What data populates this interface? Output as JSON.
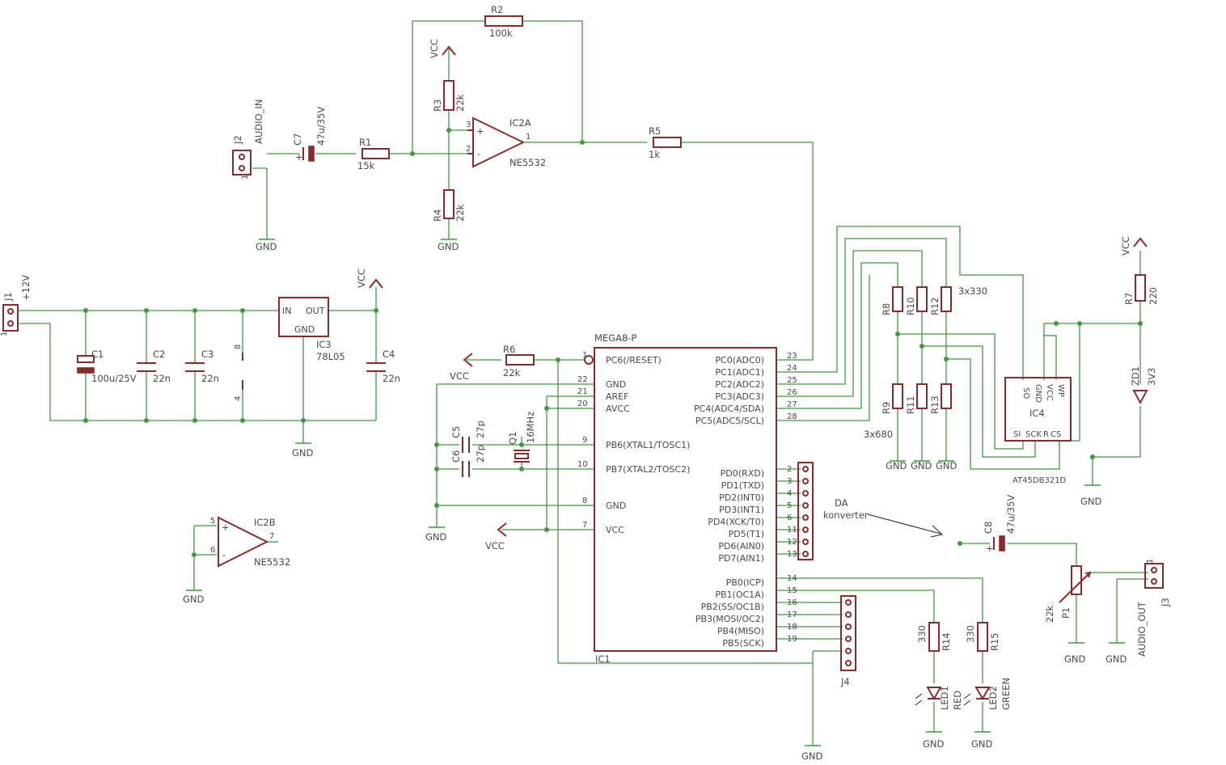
{
  "schematic": {
    "opamp1": {
      "name": "IC2A",
      "value": "NE5532",
      "pin_plus": "3",
      "pin_minus": "2",
      "pin_out": "1",
      "plus_sign": "+",
      "minus_sign": "-"
    },
    "opamp2": {
      "name": "IC2B",
      "value": "NE5532",
      "pin_plus": "5",
      "pin_minus": "6",
      "pin_out": "7",
      "plus_sign": "+",
      "minus_sign": "-"
    },
    "resistors": {
      "R1": {
        "name": "R1",
        "value": "15k"
      },
      "R2": {
        "name": "R2",
        "value": "100k"
      },
      "R3": {
        "name": "R3",
        "value": "22k"
      },
      "R4": {
        "name": "R4",
        "value": "22k"
      },
      "R5": {
        "name": "R5",
        "value": "1k"
      },
      "R6": {
        "name": "R6",
        "value": "22k"
      },
      "R7": {
        "name": "R7",
        "value": "220"
      },
      "R8": {
        "name": "R8"
      },
      "R9": {
        "name": "R9"
      },
      "R10": {
        "name": "R10"
      },
      "R11": {
        "name": "R11"
      },
      "R12": {
        "name": "R12"
      },
      "R13": {
        "name": "R13"
      },
      "R14": {
        "name": "R14",
        "value": "330"
      },
      "R15": {
        "name": "R15",
        "value": "330"
      },
      "group_top": "3x330",
      "group_bottom": "3x680"
    },
    "capacitors": {
      "C1": {
        "name": "C1",
        "value": "100u/25V"
      },
      "C2": {
        "name": "C2",
        "value": "22n"
      },
      "C3": {
        "name": "C3",
        "value": "22n"
      },
      "C4": {
        "name": "C4",
        "value": "22n"
      },
      "C5": {
        "name": "C5",
        "value": "27p"
      },
      "C6": {
        "name": "C6",
        "value": "27p"
      },
      "C7": {
        "name": "C7",
        "value": "47u/35V"
      },
      "C8": {
        "name": "C8",
        "value": "47u/35V"
      }
    },
    "connectors": {
      "J1": {
        "name": "J1",
        "value": "+12V",
        "pin": "1"
      },
      "J2": {
        "name": "J2",
        "value": "AUDIO_IN",
        "pin": "1"
      },
      "J3": {
        "name": "J3",
        "value": "AUDIO_OUT",
        "pin": "1"
      },
      "J4": {
        "name": "J4"
      }
    },
    "regulator": {
      "name": "IC3",
      "value": "78L05",
      "in": "IN",
      "out": "OUT",
      "gnd": "GND"
    },
    "crystal": {
      "name": "Q1",
      "value": "16MHz"
    },
    "zener": {
      "name": "ZD1",
      "value": "3V3"
    },
    "pot": {
      "name": "P1",
      "value": "22k"
    },
    "leds": {
      "LED1": {
        "name": "LED1",
        "value": "RED"
      },
      "LED2": {
        "name": "LED2",
        "value": "GREEN"
      }
    },
    "power_pins": {
      "pin8": "8",
      "pin4": "4"
    },
    "flash": {
      "name": "IC4",
      "value": "AT45DB321D",
      "pins": [
        "SO",
        "GND",
        "VCC",
        "WP",
        "SI",
        "SCK",
        "R",
        "CS"
      ]
    },
    "net_labels": {
      "gnd": "GND",
      "vcc": "VCC"
    },
    "mcu": {
      "part": "MEGA8-P",
      "ref": "IC1",
      "left_pins": [
        {
          "num": "1",
          "name": "PC6(/RESET)"
        },
        {
          "num": "22",
          "name": "GND"
        },
        {
          "num": "21",
          "name": "AREF"
        },
        {
          "num": "20",
          "name": "AVCC"
        },
        {
          "num": "9",
          "name": "PB6(XTAL1/TOSC1)"
        },
        {
          "num": "10",
          "name": "PB7(XTAL2/TOSC2)"
        },
        {
          "num": "8",
          "name": "GND"
        },
        {
          "num": "7",
          "name": "VCC"
        }
      ],
      "right_pins": [
        {
          "num": "23",
          "name": "PC0(ADC0)"
        },
        {
          "num": "24",
          "name": "PC1(ADC1)"
        },
        {
          "num": "25",
          "name": "PC2(ADC2)"
        },
        {
          "num": "26",
          "name": "PC3(ADC3)"
        },
        {
          "num": "27",
          "name": "PC4(ADC4/SDA)"
        },
        {
          "num": "28",
          "name": "PC5(ADC5/SCL)"
        },
        {
          "num": "2",
          "name": "PD0(RXD)"
        },
        {
          "num": "3",
          "name": "PD1(TXD)"
        },
        {
          "num": "4",
          "name": "PD2(INT0)"
        },
        {
          "num": "5",
          "name": "PD3(INT1)"
        },
        {
          "num": "6",
          "name": "PD4(XCK/T0)"
        },
        {
          "num": "11",
          "name": "PD5(T1)"
        },
        {
          "num": "12",
          "name": "PD6(AIN0)"
        },
        {
          "num": "13",
          "name": "PD7(AIN1)"
        },
        {
          "num": "14",
          "name": "PB0(ICP)"
        },
        {
          "num": "15",
          "name": "PB1(OC1A)"
        },
        {
          "num": "16",
          "name": "PB2(SS/OC1B)"
        },
        {
          "num": "17",
          "name": "PB3(MOSI/OC2)"
        },
        {
          "num": "18",
          "name": "PB4(MISO)"
        },
        {
          "num": "19",
          "name": "PB5(SCK)"
        }
      ]
    },
    "annotation": {
      "line1": "DA",
      "line2": "konverter"
    }
  }
}
